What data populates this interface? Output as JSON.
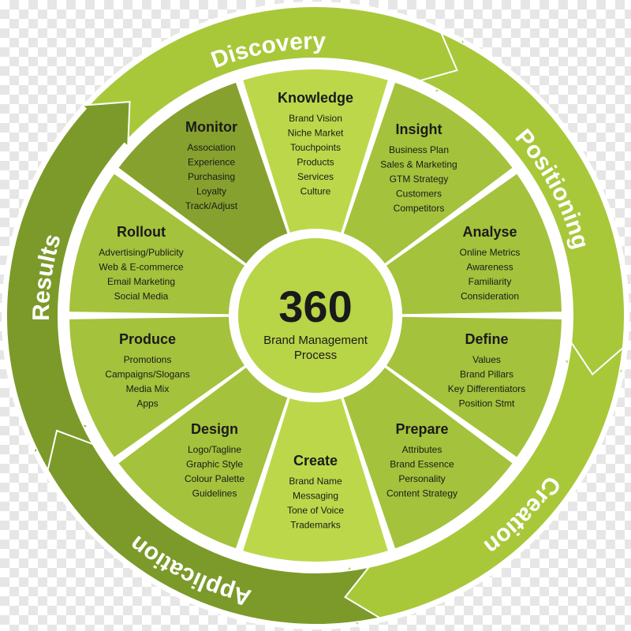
{
  "center": {
    "number": "360",
    "line1": "Brand Management",
    "line2": "Process"
  },
  "ring_labels": [
    "Discovery",
    "Positioning",
    "Creation",
    "Application",
    "Results"
  ],
  "segments": [
    {
      "title": "Knowledge",
      "items": [
        "Brand Vision",
        "Niche Market",
        "Touchpoints",
        "Products",
        "Services",
        "Culture"
      ]
    },
    {
      "title": "Insight",
      "items": [
        "Business Plan",
        "Sales & Marketing",
        "GTM Strategy",
        "Customers",
        "Competitors"
      ]
    },
    {
      "title": "Analyse",
      "items": [
        "Online Metrics",
        "Awareness",
        "Familiarity",
        "Consideration"
      ]
    },
    {
      "title": "Define",
      "items": [
        "Values",
        "Brand Pillars",
        "Key Differentiators",
        "Position Stmt"
      ]
    },
    {
      "title": "Prepare",
      "items": [
        "Attributes",
        "Brand Essence",
        "Personality",
        "Content Strategy"
      ]
    },
    {
      "title": "Create",
      "items": [
        "Brand Name",
        "Messaging",
        "Tone of Voice",
        "Trademarks"
      ]
    },
    {
      "title": "Design",
      "items": [
        "Logo/Tagline",
        "Graphic Style",
        "Colour Palette",
        "Guidelines"
      ]
    },
    {
      "title": "Produce",
      "items": [
        "Promotions",
        "Campaigns/Slogans",
        "Media Mix",
        "Apps"
      ]
    },
    {
      "title": "Rollout",
      "items": [
        "Advertising/Publicity",
        "Web & E-commerce",
        "Email Marketing",
        "Social Media"
      ]
    },
    {
      "title": "Monitor",
      "items": [
        "Association",
        "Experience",
        "Purchasing",
        "Loyalty",
        "Track/Adjust"
      ]
    }
  ],
  "colors": {
    "outer_ring_bg": "#ffffff",
    "arrow_light": "#a8c83a",
    "arrow_dark": "#7c9a2a",
    "segment_light": "#bcd84a",
    "segment_mid": "#a4c23c",
    "segment_dark": "#87a12e",
    "center_fill": "#b8d447",
    "text": "#1a1a1a"
  }
}
